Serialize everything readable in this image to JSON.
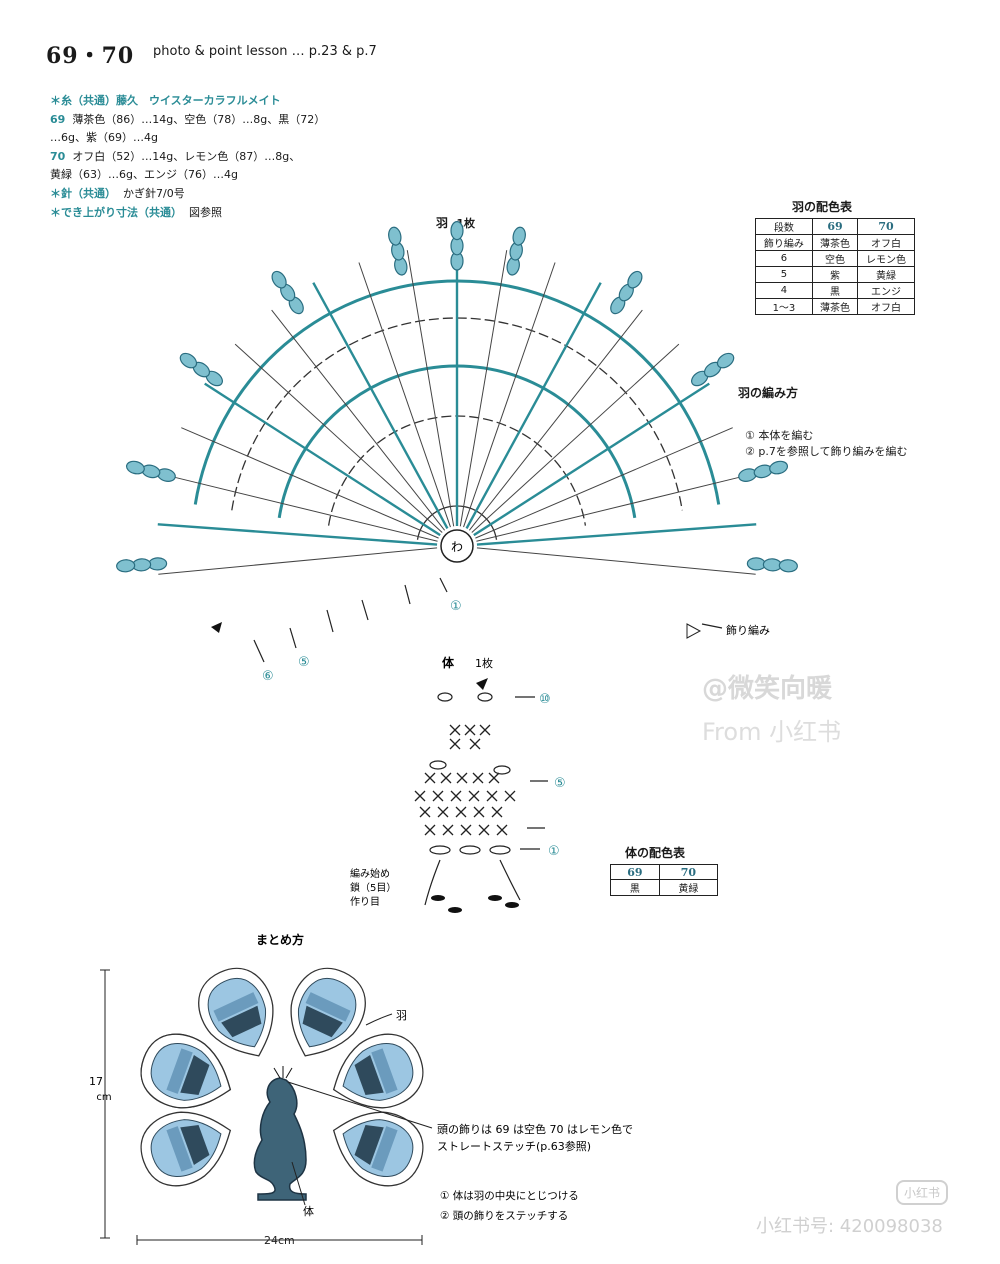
{
  "header": {
    "number": "69・70",
    "subtitle": "photo & point lesson … p.23 & p.7"
  },
  "materials": {
    "yarn_heading": "＊糸（共通）藤久　ウイスターカラフルメイト",
    "line69_num": "69",
    "line69a": "薄茶色（86）…14g、空色（78）…8g、黒（72）",
    "line69b": "…6g、紫（69）…4g",
    "line70_num": "70",
    "line70a": "オフ白（52）…14g、レモン色（87）…8g、",
    "line70b": "黄緑（63）…6g、エンジ（76）…4g",
    "needle_heading": "＊針（共通）",
    "needle_value": "かぎ針7/0号",
    "size_heading": "＊でき上がり寸法（共通）",
    "size_value": "図参照"
  },
  "wing": {
    "title": "羽",
    "count": "1枚",
    "center_label": "わ",
    "row_markers": [
      "①",
      "⑤",
      "⑥"
    ],
    "edge_label": "飾り編み"
  },
  "wing_color_table": {
    "title": "羽の配色表",
    "headers": [
      "段数",
      "69",
      "70"
    ],
    "rows": [
      [
        "飾り編み",
        "薄茶色",
        "オフ白"
      ],
      [
        "6",
        "空色",
        "レモン色"
      ],
      [
        "5",
        "紫",
        "黄緑"
      ],
      [
        "4",
        "黒",
        "エンジ"
      ],
      [
        "1〜3",
        "薄茶色",
        "オフ白"
      ]
    ]
  },
  "wing_method": {
    "title": "羽の編み方",
    "steps": [
      "① 本体を編む",
      "② p.7を参照して飾り編みを編む"
    ]
  },
  "body": {
    "title": "体",
    "count": "1枚",
    "row_markers": [
      "⑩",
      "⑤",
      "①"
    ],
    "start_lines": [
      "編み始め",
      "鎖（5目）",
      "作り目"
    ]
  },
  "body_color_table": {
    "title": "体の配色表",
    "headers": [
      "69",
      "70"
    ],
    "values": [
      "黒",
      "黄緑"
    ]
  },
  "assembly": {
    "title": "まとめ方",
    "height_value": "17",
    "height_unit": "cm",
    "width": "24cm",
    "label_wing": "羽",
    "label_body": "体",
    "head_note1": "頭の飾りは 69 は空色 70 はレモン色で",
    "head_note2": "ストレートステッチ(p.63参照)",
    "steps": [
      "① 体は羽の中央にとじつける",
      "② 頭の飾りをステッチする"
    ]
  },
  "watermark": {
    "line1": "@微笑向暖",
    "line2": "From 小红书",
    "line3": "小红书号: 420098038",
    "logo": "小红书"
  },
  "colors": {
    "teal": "#2a8c96",
    "sky": "#9cc6e2",
    "navy": "#2f4a5c",
    "slate": "#3e6478"
  }
}
